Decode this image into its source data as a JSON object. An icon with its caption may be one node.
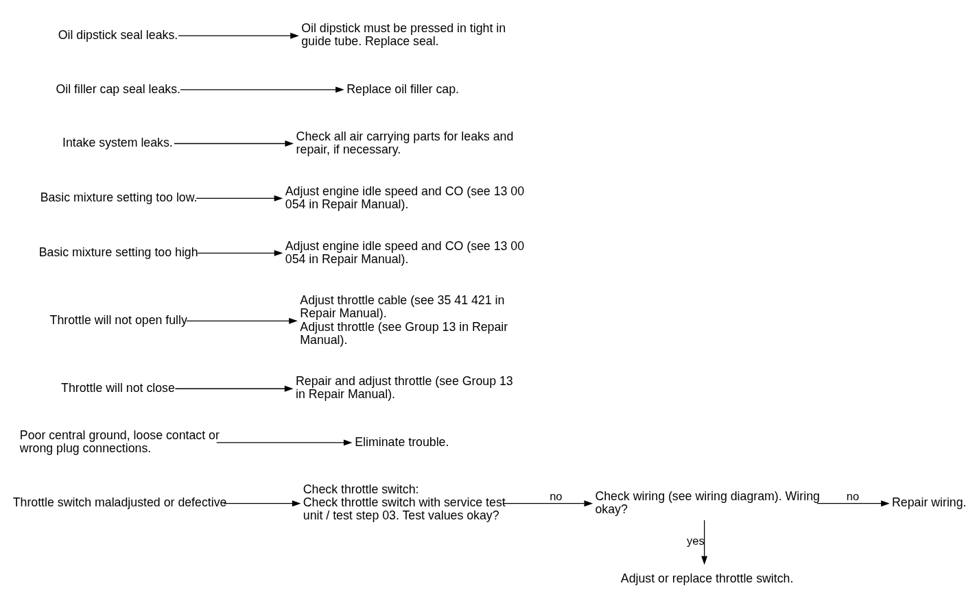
{
  "diagram": {
    "nodes": [
      {
        "text": [
          "Throttle switch maladjusted or defective"
        ]
      },
      {
        "text": [
          "Check throttle switch:",
          "Check throttle switch with service test unit / test step 03. Test values okay?"
        ]
      },
      {
        "text": [
          "Check wiring (see wiring diagram). Wiring okay?"
        ]
      },
      {
        "text": [
          "Repair wiring."
        ]
      },
      {
        "text": [
          "Adjust or replace throttle switch."
        ]
      },
      {
        "text": [
          "Poor central ground, loose contact or wrong plug connections."
        ]
      },
      {
        "text": [
          "Eliminate trouble."
        ]
      },
      {
        "text": [
          "Throttle will not close"
        ]
      },
      {
        "text": [
          "Repair and adjust throttle (see Group 13 in Repair Manual)."
        ]
      },
      {
        "text": [
          "Throttle will not open fully"
        ]
      },
      {
        "text": [
          "Adjust throttle cable (see 35 41 421 in Repair Manual).",
          "Adjust throttle (see Group 13 in Repair Manual)."
        ]
      },
      {
        "text": [
          "Basic mixture setting too high"
        ]
      },
      {
        "text": [
          "Adjust engine idle speed and CO (see 13 00 054 in Repair Manual)."
        ]
      },
      {
        "text": [
          "Basic mixture setting too low."
        ]
      },
      {
        "text": [
          "Adjust engine idle speed and CO (see 13 00 054 in Repair Manual)."
        ]
      },
      {
        "text": [
          "Intake system leaks."
        ]
      },
      {
        "text": [
          "Check all air carrying parts for leaks and repair, if necessary."
        ]
      },
      {
        "text": [
          "Oil filler cap seal leaks."
        ]
      },
      {
        "text": [
          "Replace oil filler cap."
        ]
      },
      {
        "text": [
          "Oil dipstick seal leaks."
        ]
      },
      {
        "text": [
          "Oil dipstick must be pressed in tight in guide tube. Replace seal."
        ]
      }
    ],
    "edges": [
      {
        "from": 0,
        "to": 1,
        "arrow": "to"
      },
      {
        "from": 1,
        "to": 2,
        "arrow": "to",
        "label": "no"
      },
      {
        "from": 2,
        "to": 3,
        "arrow": "to",
        "label": "no"
      },
      {
        "from": 2,
        "to": 4,
        "arrow": "to",
        "label": "yes"
      },
      {
        "from": 5,
        "to": 6,
        "arrow": "to"
      },
      {
        "from": 7,
        "to": 8,
        "arrow": "to"
      },
      {
        "from": 9,
        "to": 10,
        "arrow": "to"
      },
      {
        "from": 11,
        "to": 12,
        "arrow": "to"
      },
      {
        "from": 13,
        "to": 14,
        "arrow": "to"
      },
      {
        "from": 15,
        "to": 16,
        "arrow": "to"
      },
      {
        "from": 17,
        "to": 18,
        "arrow": "to"
      },
      {
        "from": 19,
        "to": 20,
        "arrow": "to"
      }
    ]
  }
}
